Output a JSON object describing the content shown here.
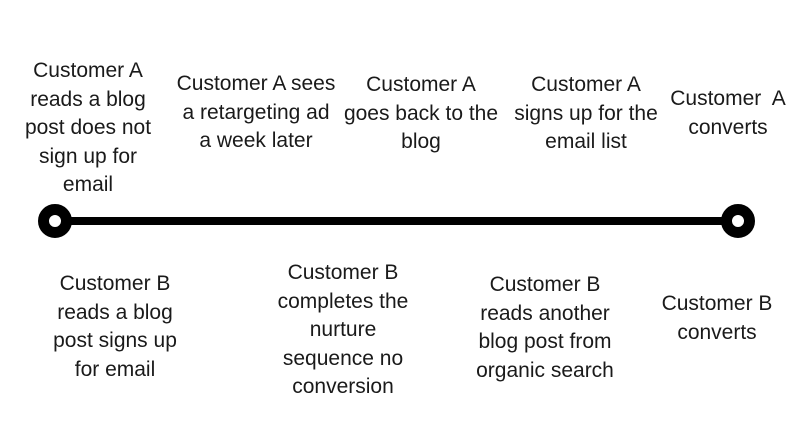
{
  "diagram": {
    "type": "timeline",
    "colors": {
      "background": "#ffffff",
      "line": "#000000",
      "text": "#1a1a1a"
    },
    "top_row": [
      {
        "label": "Customer A\nreads a blog\npost does not\nsign up for\nemail"
      },
      {
        "label": "Customer A sees\na retargeting ad\na week later"
      },
      {
        "label": "Customer A\ngoes back to the\nblog"
      },
      {
        "label": "Customer A\nsigns up for the\nemail list"
      },
      {
        "label": "Customer  A\nconverts"
      }
    ],
    "bottom_row": [
      {
        "label": "Customer B\nreads a blog\npost signs up\nfor email"
      },
      {
        "label": "Customer B\ncompletes the\nnurture\nsequence no\nconversion"
      },
      {
        "label": "Customer B\nreads another\nblog post from\norganic search"
      },
      {
        "label": "Customer B\nconverts"
      }
    ]
  }
}
